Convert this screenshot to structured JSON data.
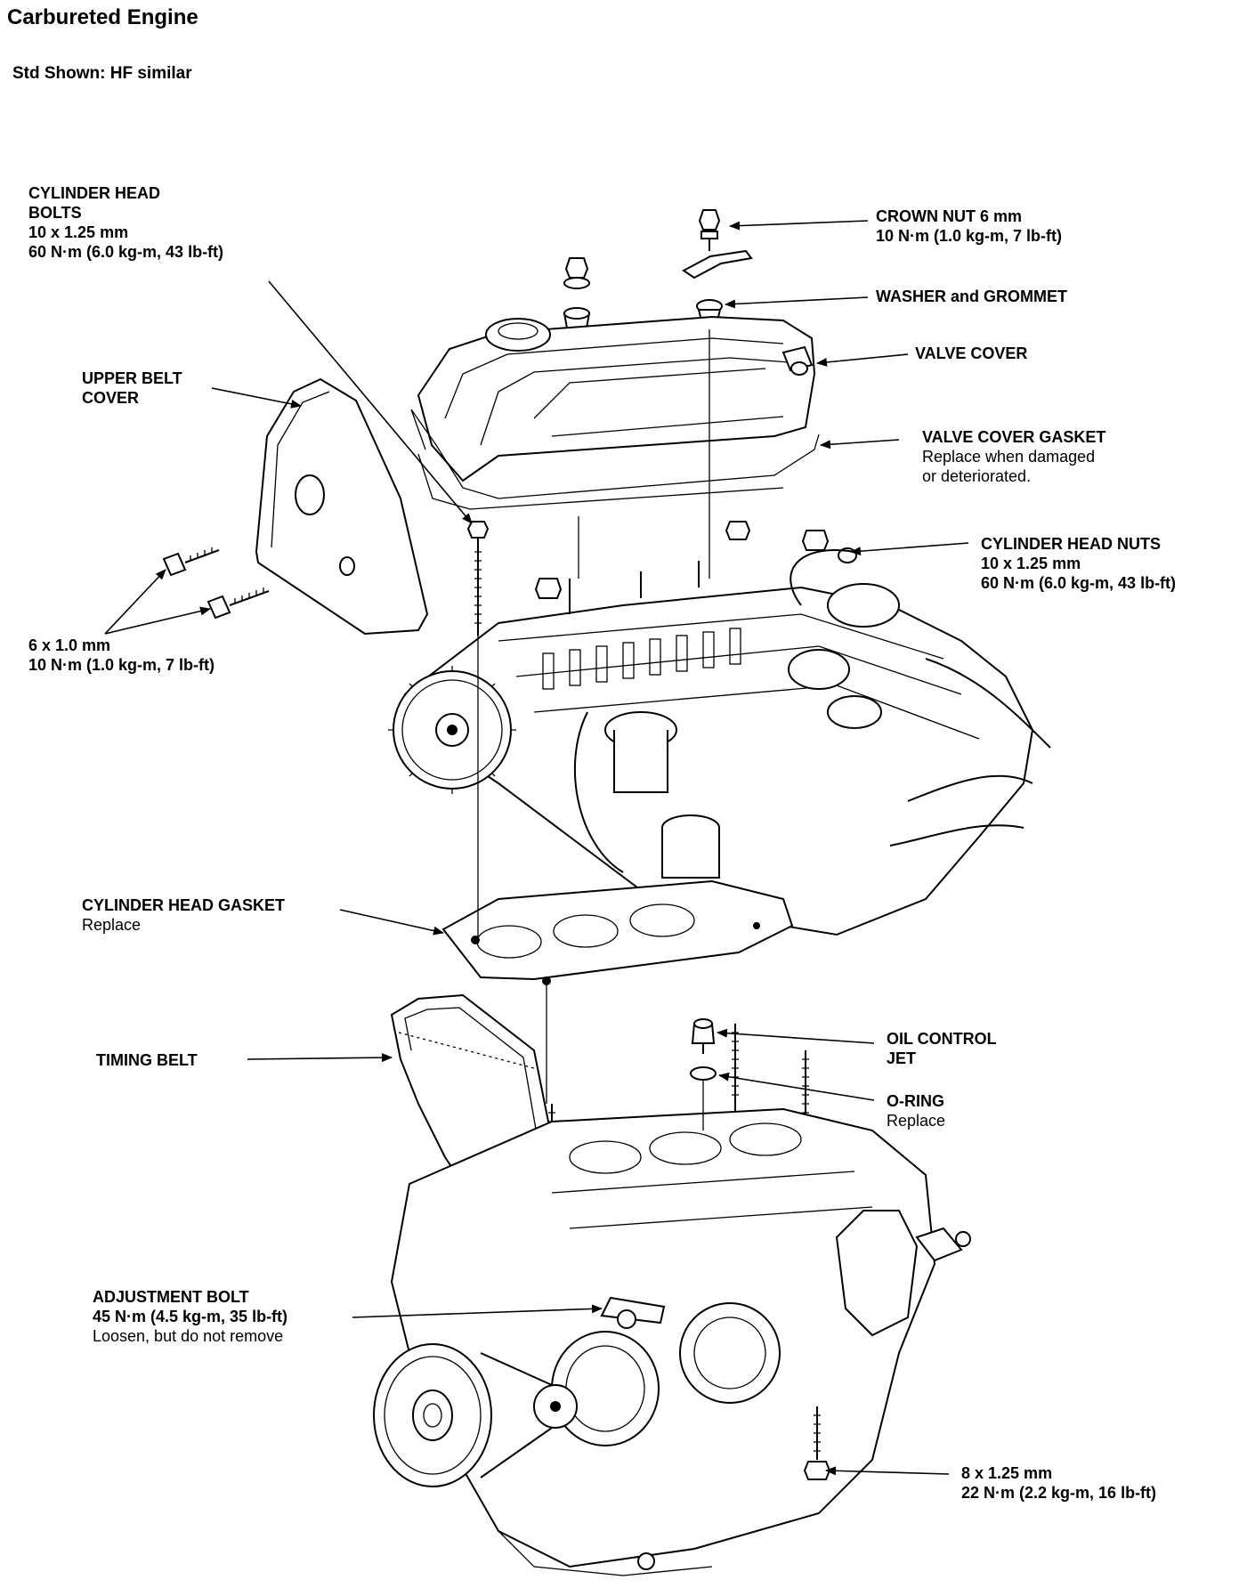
{
  "header": {
    "title": "Carbureted Engine",
    "subtitle": "Std Shown: HF similar"
  },
  "callouts": {
    "cylinder_head_bolts": {
      "name_1": "CYLINDER HEAD",
      "name_2": "BOLTS",
      "size": "10 x 1.25 mm",
      "torque": "60 N·m (6.0 kg-m, 43 lb-ft)"
    },
    "crown_nut": {
      "name": "CROWN NUT 6 mm",
      "torque": "10 N·m (1.0 kg-m, 7 lb-ft)"
    },
    "washer_grommet": {
      "name": "WASHER and GROMMET"
    },
    "valve_cover": {
      "name": "VALVE COVER"
    },
    "upper_belt_cover": {
      "name_1": "UPPER BELT",
      "name_2": "COVER"
    },
    "valve_cover_gasket": {
      "name": "VALVE COVER GASKET",
      "note_1": "Replace when damaged",
      "note_2": "or deteriorated."
    },
    "cylinder_head_nuts": {
      "name": "CYLINDER HEAD NUTS",
      "size": "10 x 1.25 mm",
      "torque": "60 N·m (6.0 kg-m, 43 lb-ft)"
    },
    "belt_cover_bolts": {
      "size": "6 x 1.0 mm",
      "torque": "10 N·m (1.0 kg-m, 7 lb-ft)"
    },
    "cylinder_head_gasket": {
      "name": "CYLINDER HEAD GASKET",
      "note": "Replace"
    },
    "timing_belt": {
      "name": "TIMING BELT"
    },
    "oil_control_jet": {
      "name_1": "OIL CONTROL",
      "name_2": "JET"
    },
    "o_ring": {
      "name": "O-RING",
      "note": "Replace"
    },
    "adjustment_bolt": {
      "name": "ADJUSTMENT BOLT",
      "torque": "45 N·m (4.5 kg-m, 35 lb-ft)",
      "note": "Loosen, but do not remove"
    },
    "bracket_bolt": {
      "size": "8 x 1.25 mm",
      "torque": "22 N·m (2.2 kg-m, 16 lb-ft)"
    }
  },
  "colors": {
    "ink": "#000000",
    "paper": "#ffffff"
  }
}
